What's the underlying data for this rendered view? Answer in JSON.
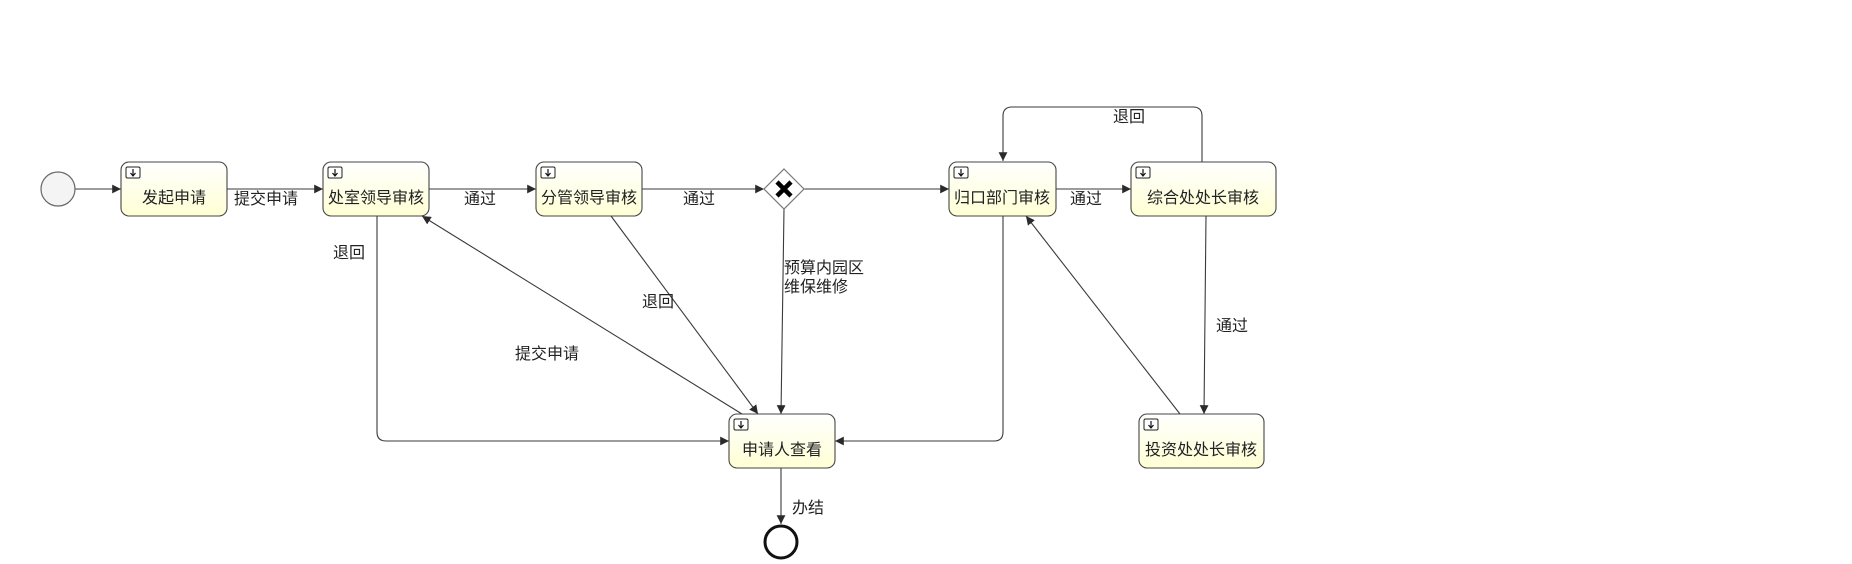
{
  "diagram": {
    "colors": {
      "task_fill_top": "#ffffff",
      "task_fill_bottom": "#ffffd4",
      "task_stroke": "#454545",
      "edge_stroke": "#3a3a3a",
      "text": "#222222",
      "start_fill": "#f4f4f4",
      "start_stroke": "#666666",
      "end_stroke": "#111111",
      "gateway_fill": "#ffffff",
      "gateway_stroke": "#777777",
      "gateway_mark": "#000000"
    },
    "task_icon": "user-task-icon",
    "gateway_icon": "exclusive-gateway-x-icon",
    "tasks": [
      {
        "id": "t1",
        "label": "发起申请"
      },
      {
        "id": "t2",
        "label": "处室领导审核"
      },
      {
        "id": "t3",
        "label": "分管领导审核"
      },
      {
        "id": "t4",
        "label": "归口部门审核"
      },
      {
        "id": "t5",
        "label": "综合处处长审核"
      },
      {
        "id": "t6",
        "label": "申请人查看"
      },
      {
        "id": "t7",
        "label": "投资处处长审核"
      }
    ],
    "edges": [
      {
        "id": "e1",
        "label": "提交申请"
      },
      {
        "id": "e2",
        "label": "通过"
      },
      {
        "id": "e3",
        "label": "通过"
      },
      {
        "id": "e4",
        "label": "通过"
      },
      {
        "id": "e5",
        "label": "退回"
      },
      {
        "id": "e6",
        "label": "退回"
      },
      {
        "id": "e7",
        "label": "退回"
      },
      {
        "id": "e8",
        "label": "提交申请"
      },
      {
        "id": "e9",
        "label": "预算内园区维保维修"
      },
      {
        "id": "e10",
        "label": "通过"
      },
      {
        "id": "e11",
        "label": "办结"
      }
    ]
  }
}
